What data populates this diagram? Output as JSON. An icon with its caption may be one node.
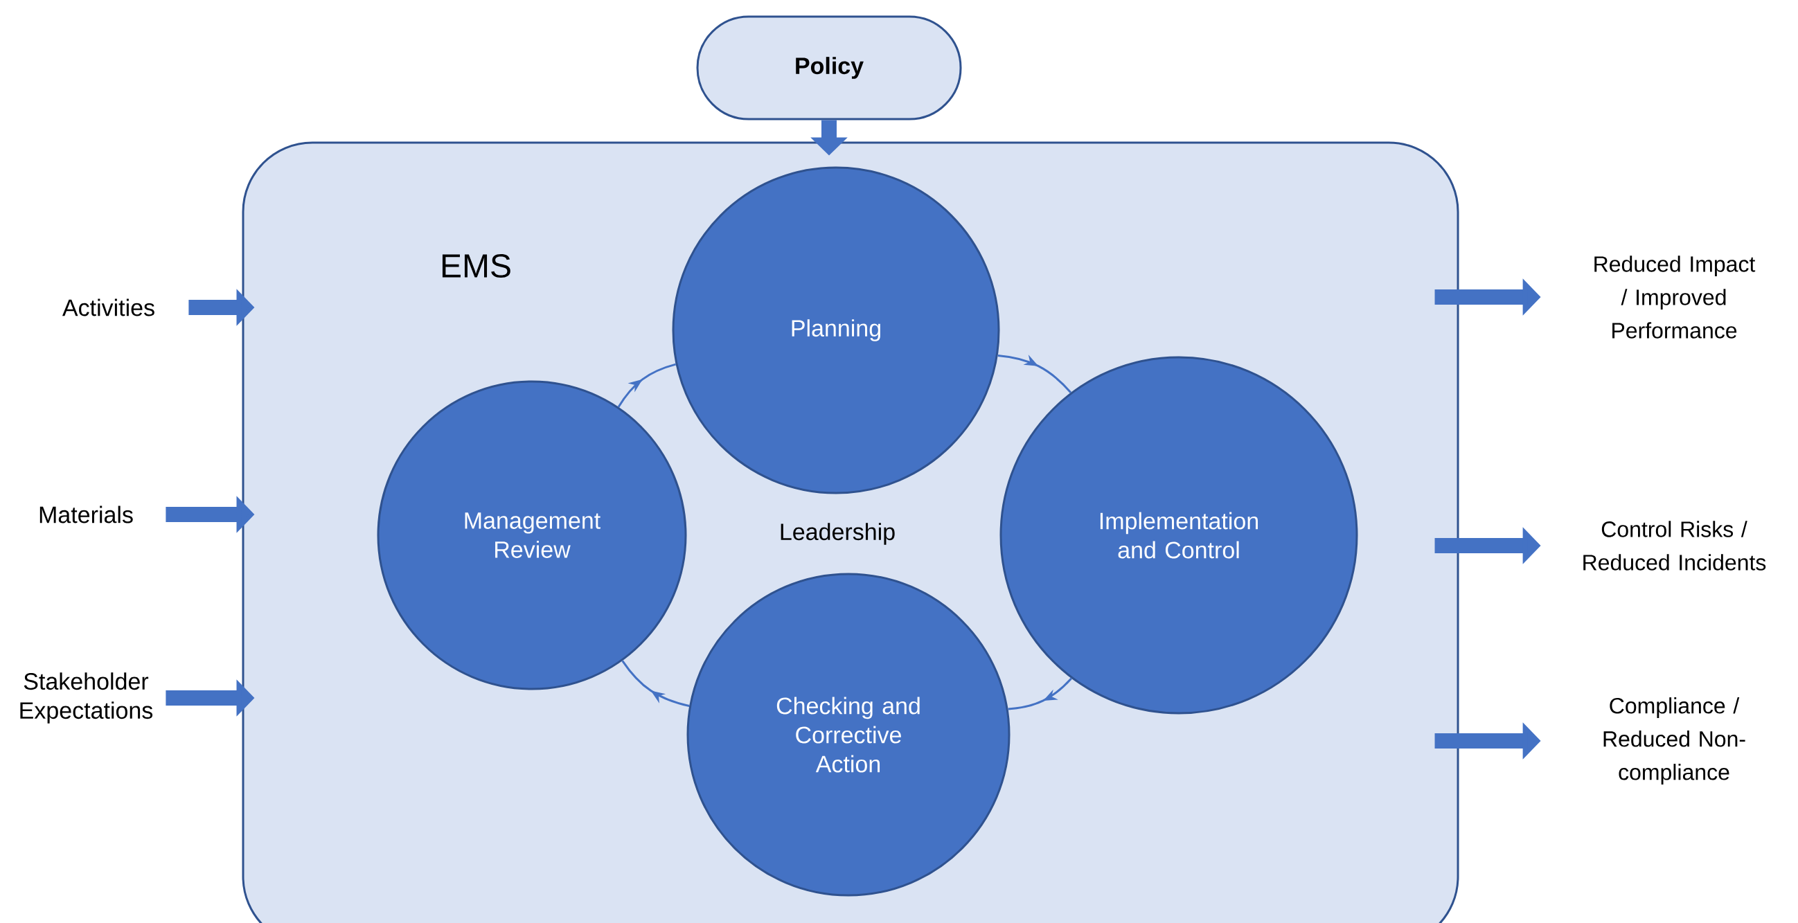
{
  "diagram": {
    "nodes": [
      {
        "text": [
          "Policy"
        ]
      },
      {
        "text": [
          "EMS"
        ]
      },
      {
        "text": [
          "Planning"
        ],
        "in": 1
      },
      {
        "text": [
          "Management Review"
        ],
        "in": 1
      },
      {
        "text": [
          "Implementation and Control"
        ],
        "in": 1
      },
      {
        "text": [
          "Checking and Corrective Action"
        ],
        "in": 1
      },
      {
        "text": [
          "Activities"
        ]
      },
      {
        "text": [
          "Materials"
        ]
      },
      {
        "text": [
          "Stakeholder Expectations"
        ]
      },
      {
        "text": [
          "Reduced Impact / Improved Performance"
        ]
      },
      {
        "text": [
          "Control Risks / Reduced Incidents"
        ]
      },
      {
        "text": [
          "Compliance / Reduced Non-compliance"
        ]
      }
    ],
    "edges": [
      {
        "from": 0,
        "to": 1,
        "arrow": "to"
      },
      {
        "from": 2,
        "to": 4,
        "arrow": "to"
      },
      {
        "from": 4,
        "to": 5,
        "arrow": "to"
      },
      {
        "from": 5,
        "to": 3,
        "arrow": "to"
      },
      {
        "from": 3,
        "to": 2,
        "arrow": "to"
      },
      {
        "from": 6,
        "to": 1,
        "arrow": "to"
      },
      {
        "from": 7,
        "to": 1,
        "arrow": "to"
      },
      {
        "from": 8,
        "to": 1,
        "arrow": "to"
      },
      {
        "from": 1,
        "to": 9,
        "arrow": "to"
      },
      {
        "from": 1,
        "to": 10,
        "arrow": "to"
      },
      {
        "from": 1,
        "to": 11,
        "arrow": "to"
      }
    ],
    "labels": [
      "Leadership"
    ]
  }
}
